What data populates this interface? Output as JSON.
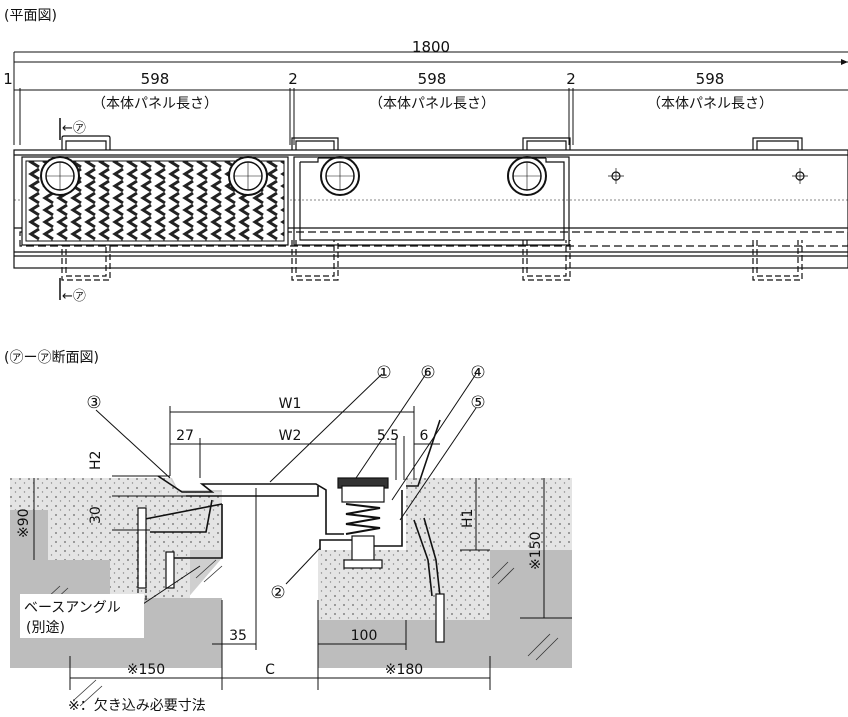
{
  "plan": {
    "title": "(平面図)",
    "total": "1800",
    "gap_left": "1",
    "gap1": "2",
    "gap2": "2",
    "panel_len": "598",
    "panel_note": "（本体パネル長さ）",
    "section_mark": "←㋐"
  },
  "section": {
    "title": "(㋐ー㋐断面図)",
    "callouts": [
      "①",
      "⑥",
      "④",
      "③",
      "⑤",
      "②"
    ],
    "W1": "W1",
    "W2": "W2",
    "d27": "27",
    "d55": "5.5",
    "d6": "6",
    "H2": "H2",
    "d30": "30",
    "H1": "H1",
    "d90": "※90",
    "d150v": "※150",
    "d35": "35",
    "d100": "100",
    "C": "C",
    "d150": "※150",
    "d180": "※180",
    "base_angle": "ベースアングル",
    "separate": "(別途)",
    "note": "※：欠き込み必要寸法"
  }
}
